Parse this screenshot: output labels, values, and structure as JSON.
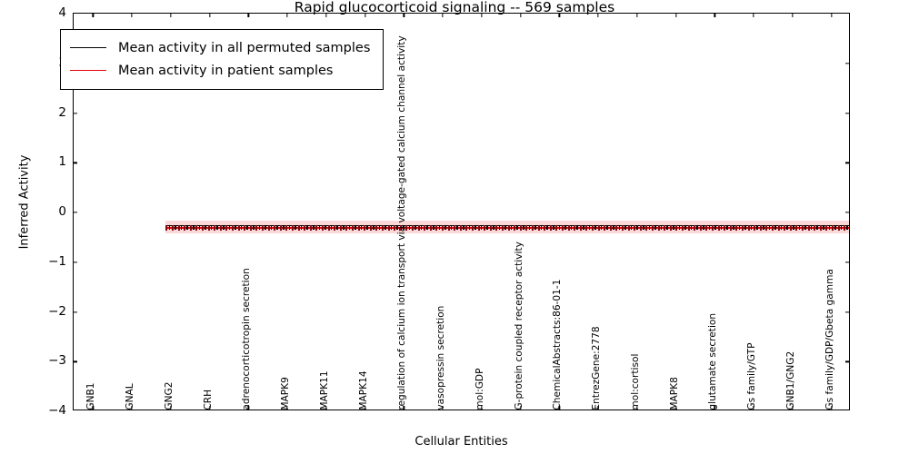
{
  "chart_data": {
    "type": "line",
    "title": "Rapid glucocorticoid signaling -- 569 samples",
    "xlabel": "Cellular Entities",
    "ylabel": "Inferred Activity",
    "ylim": [
      -4,
      4
    ],
    "yticks": [
      4,
      3,
      2,
      1,
      0,
      -1,
      -2,
      -3,
      -4
    ],
    "ytick_labels": [
      "4",
      "3",
      "2",
      "1",
      "0",
      "−1",
      "−2",
      "−3",
      "−4"
    ],
    "grid": false,
    "legend_position": "upper left",
    "categories": [
      "GNB1",
      "GNAL",
      "GNG2",
      "CRH",
      "adrenocorticotropin secretion",
      "MAPK9",
      "MAPK11",
      "MAPK14",
      "regulation of calcium ion transport via voltage-gated calcium channel activity",
      "vasopressin secretion",
      "mol:GDP",
      "G-protein coupled receptor activity",
      "ChemicalAbstracts:86-01-1",
      "EntrezGene:2778",
      "mol:cortisol",
      "MAPK8",
      "glutamate secretion",
      "Gs family/GTP",
      "GNB1/GNG2",
      "Gs family/GDP/Gbeta gamma"
    ],
    "series": [
      {
        "name": "Mean activity in all permuted samples",
        "color": "#000000",
        "values": [
          0,
          0,
          0,
          0,
          0,
          0,
          0,
          0,
          0,
          0,
          0,
          0,
          0,
          0,
          0,
          0,
          0,
          0,
          0,
          0
        ]
      },
      {
        "name": "Mean activity in patient samples",
        "color": "#e8000b",
        "values": [
          -0.03,
          -0.03,
          -0.03,
          -0.03,
          -0.03,
          -0.03,
          -0.03,
          -0.03,
          -0.03,
          -0.03,
          -0.03,
          -0.03,
          -0.03,
          -0.03,
          -0.03,
          -0.03,
          -0.03,
          -0.03,
          -0.03,
          -0.03
        ]
      }
    ],
    "error_band": {
      "color": "#f7b8b8",
      "lower": -0.12,
      "upper": 0.06
    }
  },
  "legend": {
    "entries": [
      {
        "label": "Mean activity in all permuted samples",
        "color": "#000000"
      },
      {
        "label": "Mean activity in patient samples",
        "color": "#e8000b"
      }
    ]
  }
}
